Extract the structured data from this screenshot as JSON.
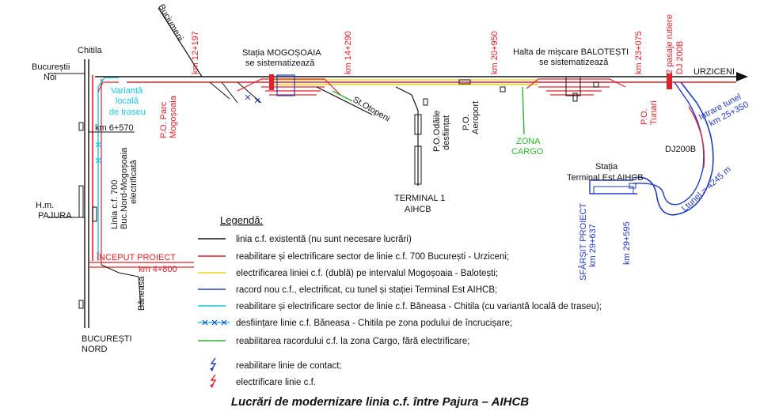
{
  "labels": {
    "chitila": "Chitila",
    "bucuresti_noi_1": "Bucureștii",
    "bucuresti_noi_2": "Noi",
    "buciumeni": "Buciumeni",
    "km_12_197": "km 12+197",
    "statia_mogosoaia_1": "Stația MOGOȘOAIA",
    "statia_mogosoaia_2": "se sistematizează",
    "km_14_290": "km 14+290",
    "km_20_950": "km 20+950",
    "halta_balotesti_1": "Halta de mișcare BALOTEȘTI",
    "halta_balotesti_2": "se sistematizează",
    "km_23_075": "km 23+075",
    "pasaje_1": "2 pasaje rutiere",
    "pasaje_2": "DJ 200B",
    "urziceni": "URZICENI",
    "varianta_1": "Variantă",
    "varianta_2": "locală",
    "varianta_3": "de traseu",
    "km_6_570": "km 6+570",
    "po_parc_1": "P.O. Parc",
    "po_parc_2": "Mogoșoaia",
    "st_otopeni": "St.Otopeni",
    "po_odaile_1": "P.O.Odăile",
    "po_odaile_2": "desființat",
    "po_aeroport_1": "P.O.",
    "po_aeroport_2": "Aeroport",
    "zona_cargo_1": "ZONA",
    "zona_cargo_2": "CARGO",
    "po_tunari_1": "P.O.",
    "po_tunari_2": "Tunari",
    "dj200b": "DJ200B",
    "intrare_tunel_1": "Intrare tunel",
    "intrare_tunel_2": "km 25+350",
    "linia_700_1": "Linia c.f. 700",
    "linia_700_2": "Buc.Nord-Mogoșoaia",
    "linia_700_3": "electrificată",
    "terminal1_1": "TERMINAL 1",
    "terminal1_2": "AIHCB",
    "statia_terminal_1": "Stația",
    "statia_terminal_2": "Terminal Est AIHCB",
    "ltunel": "Ltunel = 4245 m",
    "hm_pajura_1": "H.m.",
    "hm_pajura_2": "PAJURA",
    "sfarsit_1": "SFÂRȘIT PROIECT",
    "sfarsit_2": "km 29+637",
    "km_29_595": "km 29+595",
    "inceput": "ÎNCEPUT PROIECT",
    "km_4_800": "km 4+800",
    "baneasa": "Băneasa",
    "bucuresti_nord_1": "BUCUREȘTI",
    "bucuresti_nord_2": "NORD"
  },
  "legend": {
    "title": "Legendă:",
    "items": [
      {
        "text": "linia c.f. existentă (nu sunt necesare lucrări)",
        "color": "#111111",
        "style": "solid"
      },
      {
        "text": "reabilitare și electrificare sector de linie c.f. 700 București - Urziceni;",
        "color": "#e3202a",
        "style": "solid"
      },
      {
        "text": "electrificarea liniei c.f. (dublă) pe intervalul Mogoșoaia - Balotești;",
        "color": "#e8d21a",
        "style": "solid"
      },
      {
        "text": "racord nou c.f., electrificat, cu tunel și stației Terminal Est AIHCB;",
        "color": "#1f3bbf",
        "style": "solid"
      },
      {
        "text": "reabilitare și electrificare sector de linie c.f. Băneasa - Chitila (cu variantă locală de traseu);",
        "color": "#16c5e6",
        "style": "solid"
      },
      {
        "text": "desființare linie c.f. Băneasa - Chitila pe zona podului de încrucișare;",
        "color": "#16c5e6",
        "style": "crossed"
      },
      {
        "text": "reabilitarea racordului c.f. la zona Cargo, fără electrificare;",
        "color": "#2ab52a",
        "style": "solid"
      },
      {
        "text": "reabilitare linie de contact;",
        "color": "#1f3bbf",
        "style": "symbol"
      },
      {
        "text": "electrificare linie c.f.",
        "color": "#e3202a",
        "style": "symbol"
      }
    ]
  },
  "caption": "Lucrări de modernizare linia c.f. între Pajura – AIHCB"
}
